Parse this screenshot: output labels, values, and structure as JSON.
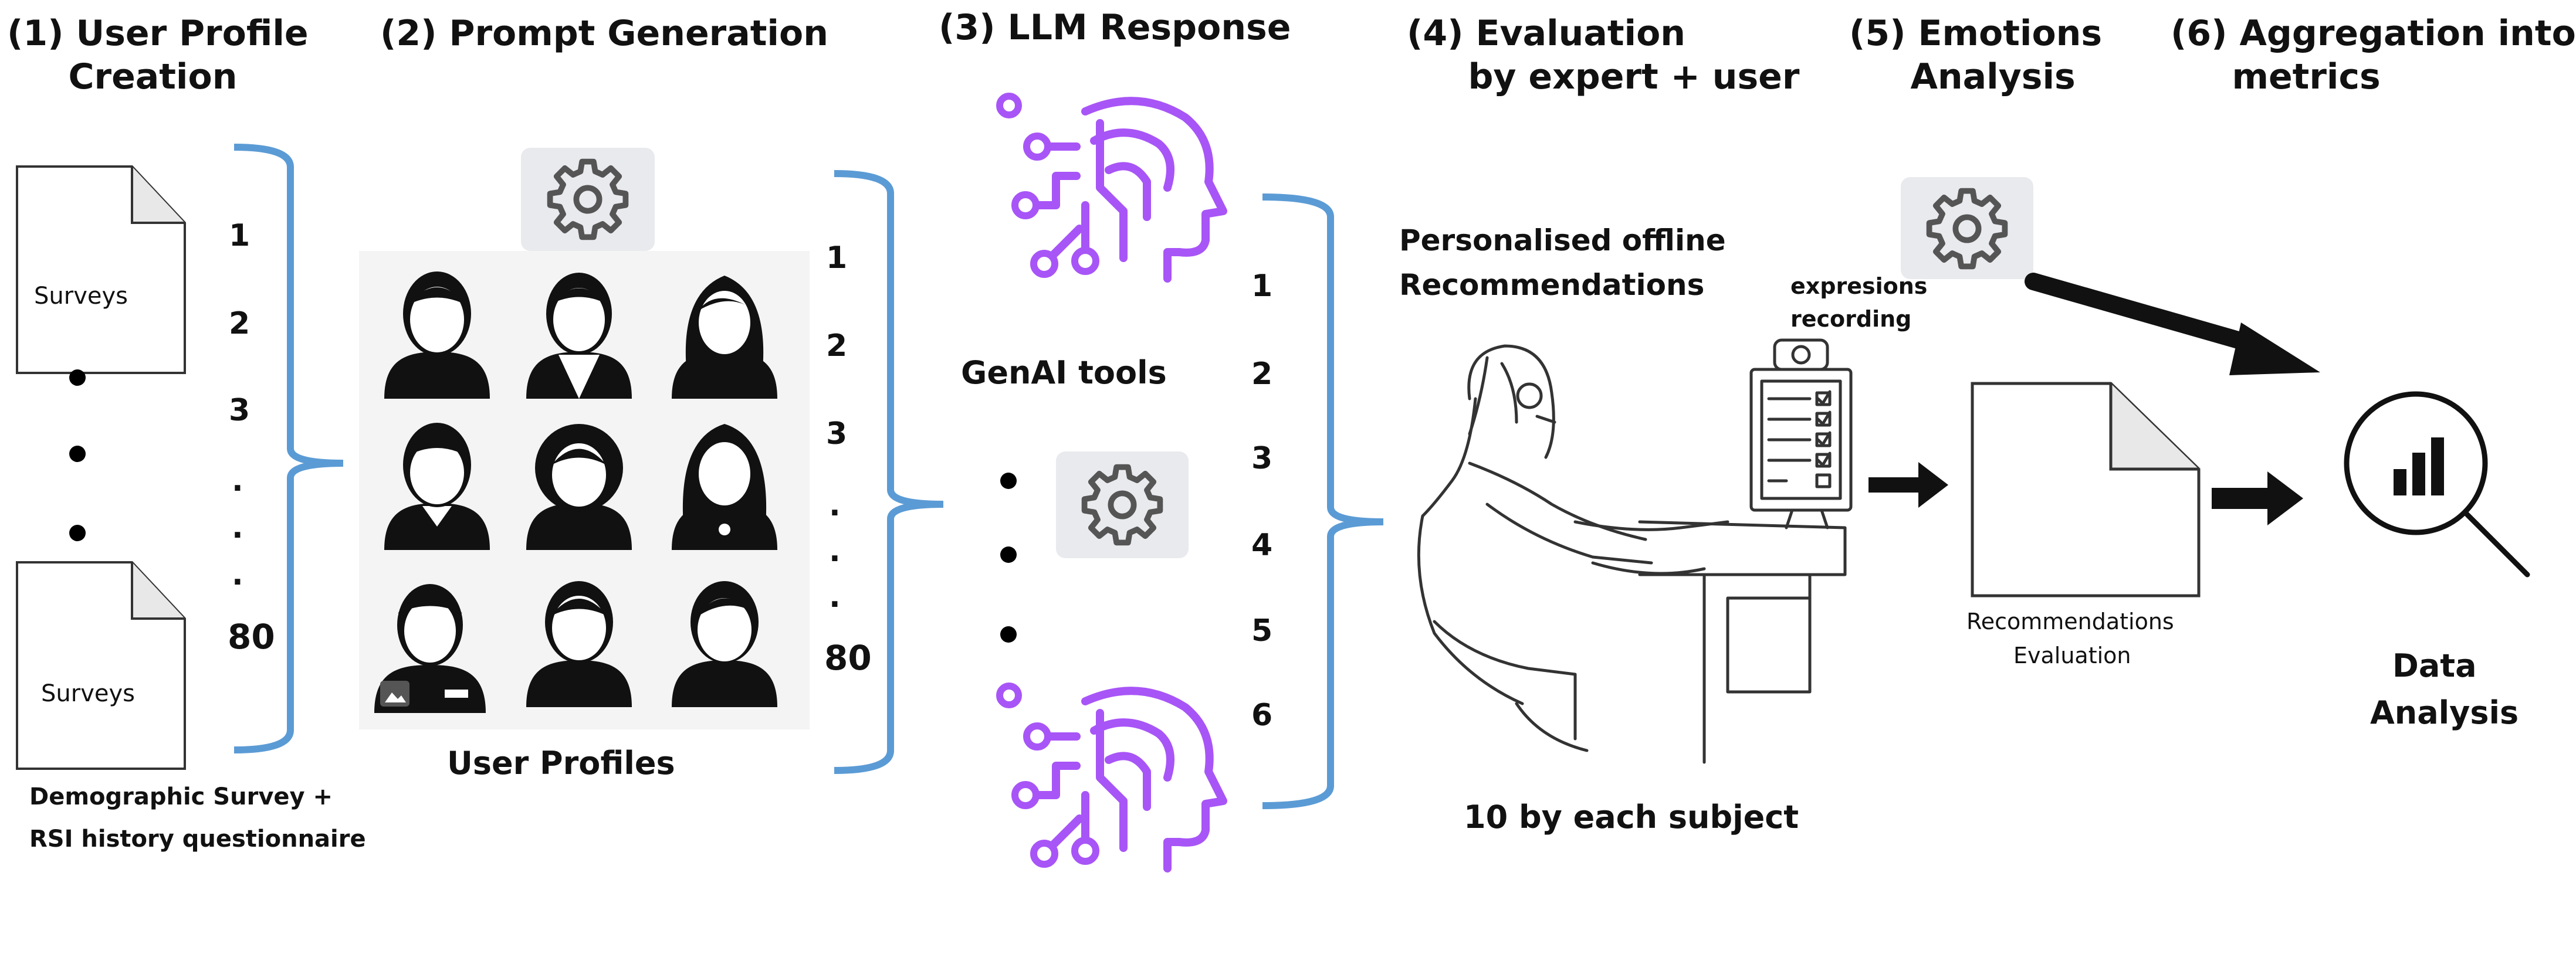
{
  "steps": [
    {
      "label": "(1) User Profile\n     Creation"
    },
    {
      "label": "(2) Prompt Generation"
    },
    {
      "label": "(3) LLM Response"
    },
    {
      "label": "(4) Evaluation\n     by expert + user"
    },
    {
      "label": "(5) Emotions\n     Analysis"
    },
    {
      "label": "(6) Aggregation into\n     metrics"
    }
  ],
  "section1": {
    "doc_label_top": "Surveys",
    "doc_label_bottom": "Surveys",
    "numbers": [
      "1",
      "2",
      "3",
      ".",
      ".",
      ".",
      "80"
    ],
    "caption_line1": "Demographic Survey +",
    "caption_line2": "RSI history questionnaire"
  },
  "section2": {
    "numbers": [
      "1",
      "2",
      "3",
      ".",
      ".",
      ".",
      "80"
    ],
    "caption": "User Profiles"
  },
  "section3": {
    "tools_label": "GenAI tools",
    "numbers": [
      "1",
      "2",
      "3",
      "4",
      "5",
      "6"
    ]
  },
  "section4": {
    "title": "Personalised offline\nRecommendations",
    "caption": "10 by each subject",
    "recording_label": "expresions\nrecording"
  },
  "section5": {
    "doc_caption_line1": "Recommendations",
    "doc_caption_line2": "Evaluation"
  },
  "section6": {
    "label_line1": "Data",
    "label_line2": "Analysis"
  },
  "colors": {
    "bracket": "#5b9bd5",
    "brain": "#a855f7",
    "gear": "#555555",
    "gearbox": "#e9eaee"
  }
}
